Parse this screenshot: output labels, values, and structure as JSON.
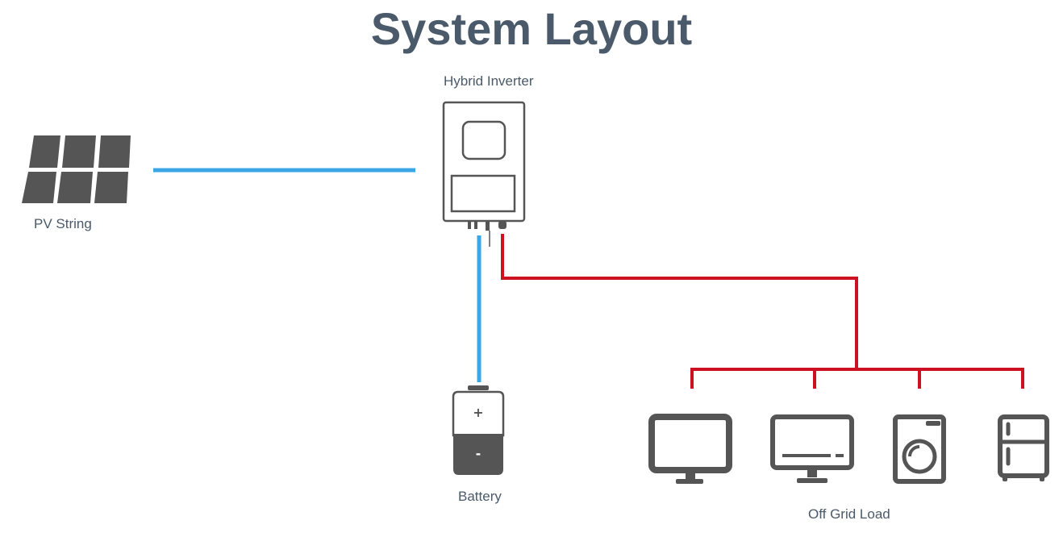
{
  "title": "System Layout",
  "components": {
    "pv_string": {
      "label": "PV String",
      "icon": "solar-panel-icon"
    },
    "inverter": {
      "label": "Hybrid Inverter",
      "icon": "inverter-icon"
    },
    "battery": {
      "label": "Battery",
      "icon": "battery-icon",
      "plus": "+",
      "minus": "-"
    },
    "loads": {
      "label": "Off Grid Load",
      "items": [
        {
          "icon": "monitor-icon"
        },
        {
          "icon": "tv-icon"
        },
        {
          "icon": "washing-machine-icon"
        },
        {
          "icon": "refrigerator-icon"
        }
      ]
    }
  },
  "colors": {
    "dc_line": "#3aa6e6",
    "ac_line": "#cc1122",
    "icon_fill": "#555555",
    "text": "#4a5a6a"
  }
}
